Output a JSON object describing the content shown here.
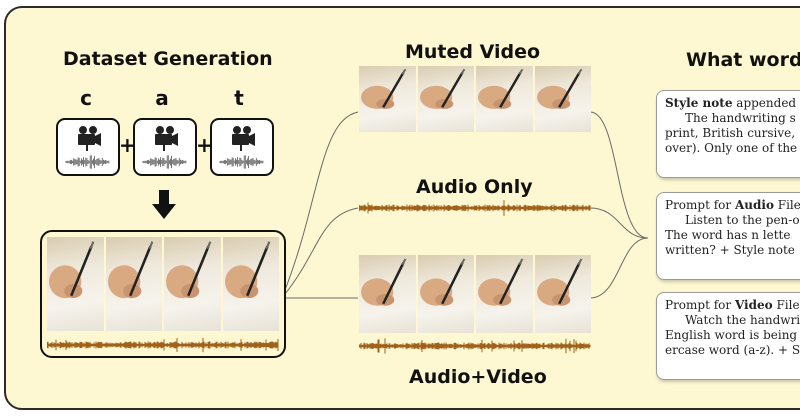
{
  "dataset": {
    "title": "Dataset Generation",
    "letters": [
      "c",
      "a",
      "t"
    ],
    "plus_sign": "+"
  },
  "outputs": {
    "muted_video_title": "Muted Video",
    "audio_only_title": "Audio Only",
    "audio_video_title": "Audio+Video"
  },
  "prompts": {
    "title": "What word",
    "style_card": {
      "lead_bold": "Style note",
      "lead_rest": " appended t",
      "line2": "The handwriting s",
      "line3": "print, British cursive,",
      "line4": "over). Only one of the"
    },
    "audio_card": {
      "lead_plain": "Prompt for ",
      "lead_bold": "Audio",
      "lead_rest": " File",
      "line2": "Listen to the pen-on",
      "line3": "The word has n lette",
      "line4": "written? + Style note"
    },
    "video_card": {
      "lead_plain": "Prompt for ",
      "lead_bold": "Video",
      "lead_rest": " File",
      "line2": "Watch the handwriti",
      "line3": "English word is being",
      "line4": "ercase word (a-z). + S"
    }
  },
  "colors": {
    "panel_bg": "#fdf7d2",
    "waveform": "#a0621a",
    "small_waveform": "#555555",
    "connector": "#6b6b6b"
  },
  "icons": [
    "video-camera-icon",
    "waveform-icon",
    "down-arrow-icon"
  ]
}
